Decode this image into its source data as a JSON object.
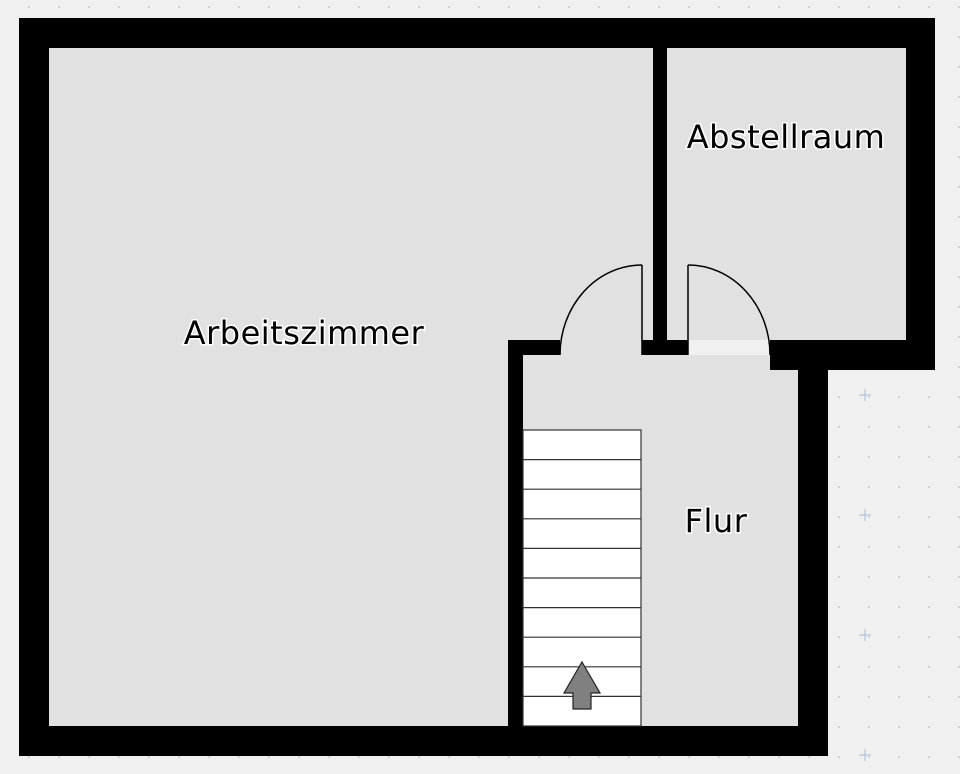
{
  "plan": {
    "colors": {
      "background": "#f0f0f0",
      "room_fill": "#e1e1e1",
      "wall": "#000000",
      "stair_fill": "#ffffff",
      "arrow_fill": "#808080",
      "grid_dot": "#c8c8c8",
      "grid_cross": "#a9bcd6"
    },
    "rooms": [
      {
        "id": "arbeitszimmer",
        "label": "Arbeitszimmer"
      },
      {
        "id": "abstellraum",
        "label": "Abstellraum"
      },
      {
        "id": "flur",
        "label": "Flur"
      }
    ],
    "stairs": {
      "tread_count": 10,
      "direction": "up",
      "icon": "arrow-up-icon"
    },
    "doors": [
      {
        "id": "door-arbeitszimmer-flur",
        "swing": "arc"
      },
      {
        "id": "door-abstellraum-flur",
        "swing": "arc"
      }
    ]
  }
}
